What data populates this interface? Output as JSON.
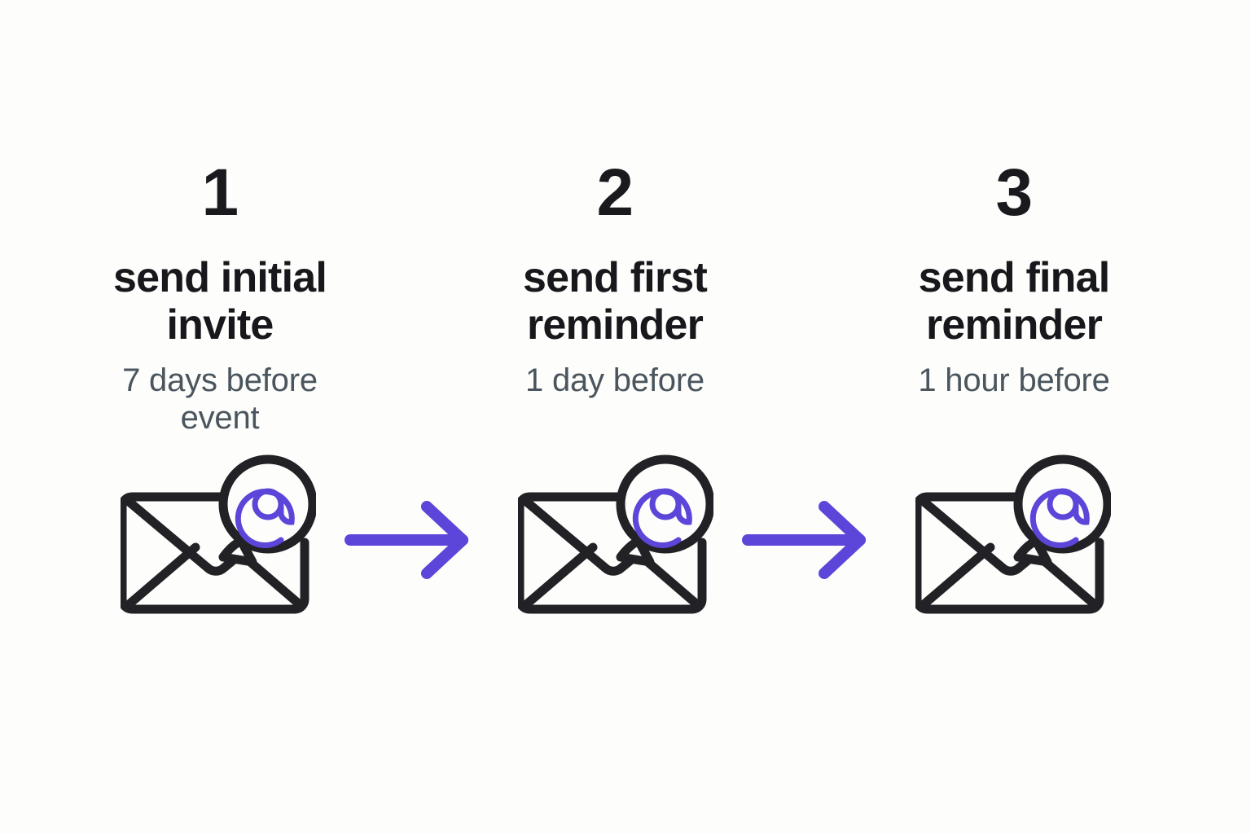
{
  "page": {
    "background_color": "#fdfdfb",
    "accent_color": "#5b46d9",
    "ink_color": "#1a1a1e",
    "muted_color": "#4a555e"
  },
  "steps": [
    {
      "number": "1",
      "title": "send initial\ninvite",
      "subtitle": "7 days before\nevent",
      "icon": "email-at-icon"
    },
    {
      "number": "2",
      "title": "send first\nreminder",
      "subtitle": "1 day before",
      "icon": "email-at-icon"
    },
    {
      "number": "3",
      "title": "send final\nreminder",
      "subtitle": "1 hour before",
      "icon": "email-at-icon"
    }
  ],
  "connectors": [
    {
      "icon": "arrow-right-icon",
      "from": "1",
      "to": "2"
    },
    {
      "icon": "arrow-right-icon",
      "from": "2",
      "to": "3"
    }
  ]
}
